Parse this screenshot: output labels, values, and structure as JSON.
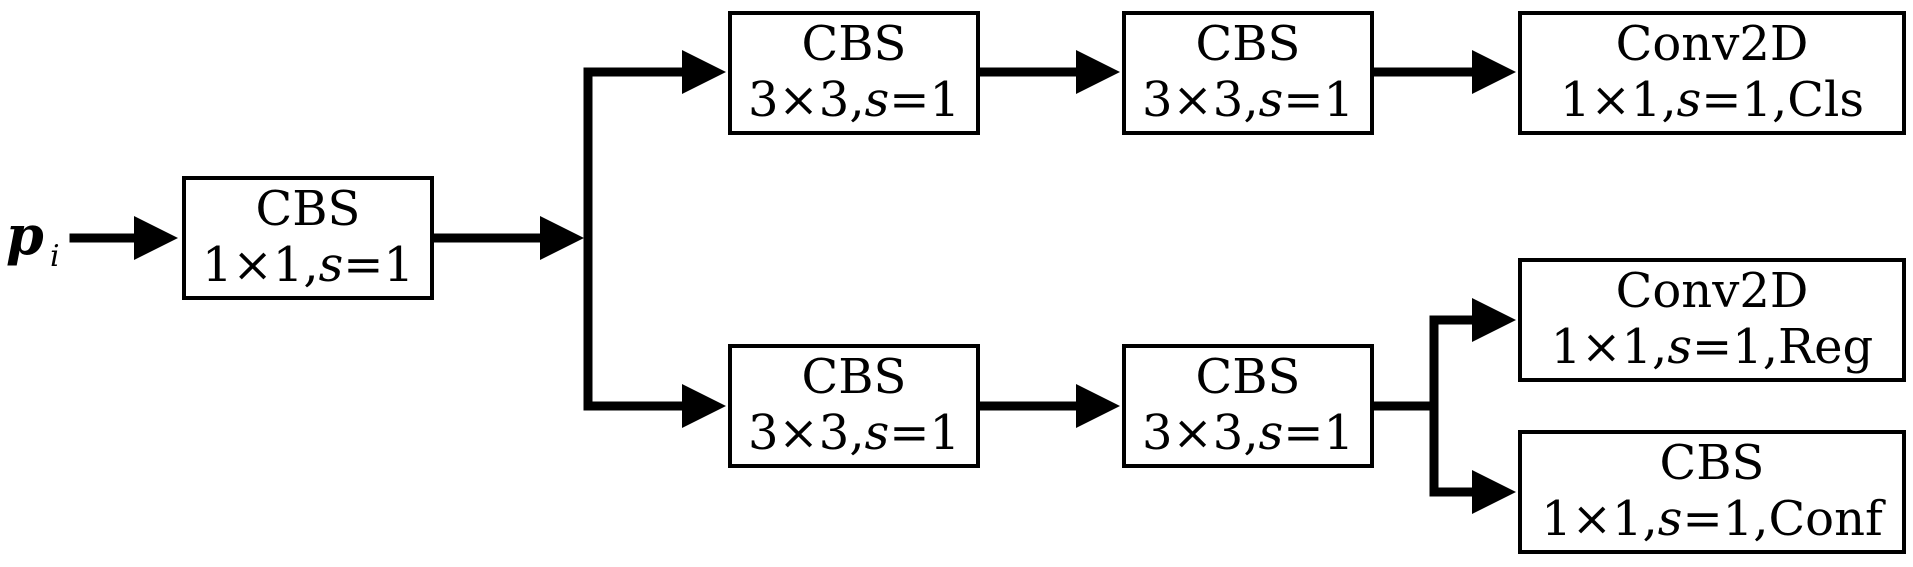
{
  "input": {
    "symbol": "p",
    "subscript": "i"
  },
  "blocks": {
    "stem": {
      "title": "CBS",
      "params": [
        "1×1,",
        "s",
        "=1"
      ]
    },
    "cls_conv1": {
      "title": "CBS",
      "params": [
        "3×3,",
        "s",
        "=1"
      ]
    },
    "cls_conv2": {
      "title": "CBS",
      "params": [
        "3×3,",
        "s",
        "=1"
      ]
    },
    "cls_out": {
      "title": "Conv2D",
      "params": [
        "1×1,",
        "s",
        "=1,Cls"
      ]
    },
    "reg_conv1": {
      "title": "CBS",
      "params": [
        "3×3,",
        "s",
        "=1"
      ]
    },
    "reg_conv2": {
      "title": "CBS",
      "params": [
        "3×3,",
        "s",
        "=1"
      ]
    },
    "reg_out": {
      "title": "Conv2D",
      "params": [
        "1×1,",
        "s",
        "=1,Reg"
      ]
    },
    "conf_out": {
      "title": "CBS",
      "params": [
        "1×1,",
        "s",
        "=1,Conf"
      ]
    }
  }
}
